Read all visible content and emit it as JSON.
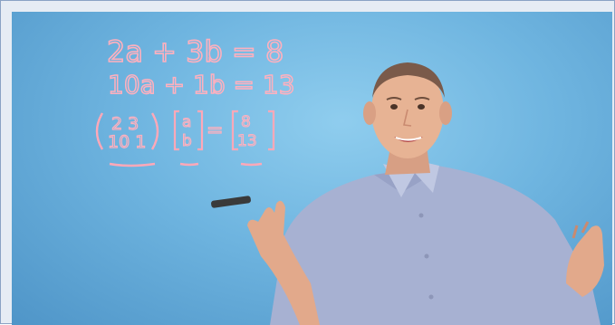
{
  "video": {
    "board_lines": {
      "eq1": "2a + 3b = 8",
      "eq2": "10a + 1b = 13",
      "matrix_row1": "2  3",
      "matrix_row2": "10  1",
      "vector_in_top": "a",
      "vector_in_bottom": "b",
      "vector_out_top": "8",
      "vector_out_bottom": "13",
      "equals": "="
    },
    "colors": {
      "board": "#6fb5e0",
      "ink": "#ff9fb0",
      "shirt": "#a4aecf",
      "skin": "#e7b394"
    }
  }
}
